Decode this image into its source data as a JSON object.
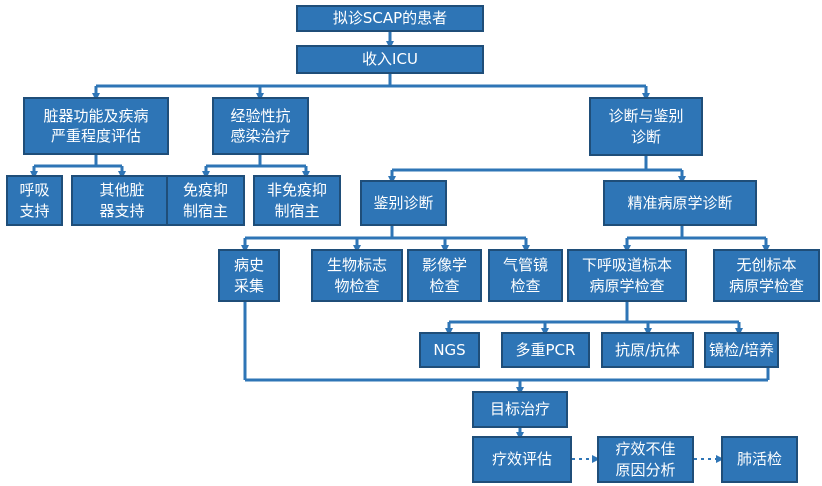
{
  "colors": {
    "box_fill": "#2e75b6",
    "box_border": "#1f4e79",
    "text": "#ffffff",
    "connector": "#2e75b6"
  },
  "nodes": {
    "suspected_scap": "拟诊SCAP的患者",
    "admit_icu": "收入ICU",
    "organ_assessment": "脏器功能及疾病\n严重程度评估",
    "empirical_anti_infection": "经验性抗\n感染治疗",
    "diagnosis_differential": "诊断与鉴别\n诊断",
    "respiratory_support": "呼吸\n支持",
    "other_organ_support": "其他脏\n器支持",
    "immunocompromised_host": "免疫抑\n制宿主",
    "non_immunocompromised_host": "非免疫抑\n制宿主",
    "differential_diagnosis": "鉴别诊断",
    "precise_pathogen_diagnosis": "精准病原学诊断",
    "medical_history": "病史\n采集",
    "biomarker_test": "生物标志\n物检查",
    "imaging_test": "影像学\n检查",
    "bronchoscopy": "气管镜\n检查",
    "lower_respiratory_pathogen": "下呼吸道标本\n病原学检查",
    "noninvasive_pathogen": "无创标本\n病原学检查",
    "ngs": "NGS",
    "multiplex_pcr": "多重PCR",
    "antigen_antibody": "抗原/抗体",
    "microscopy_culture": "镜检/培养",
    "targeted_therapy": "目标治疗",
    "efficacy_evaluation": "疗效评估",
    "poor_efficacy_analysis": "疗效不佳\n原因分析",
    "lung_biopsy": "肺活检"
  }
}
